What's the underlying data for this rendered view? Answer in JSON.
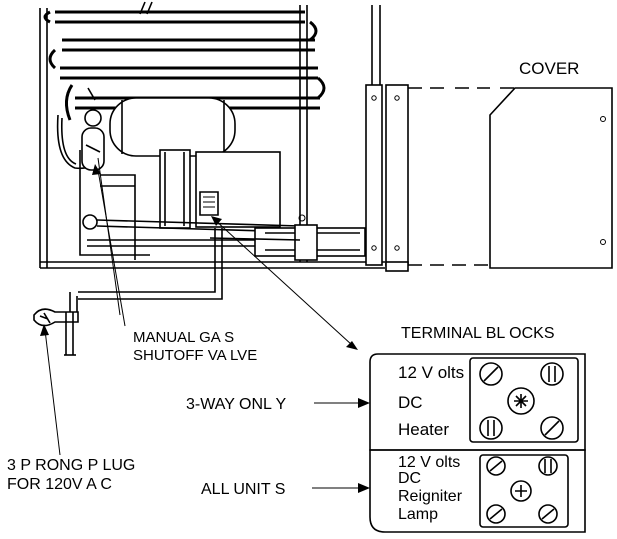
{
  "labels": {
    "cover": "COVER",
    "manual_gas_line1": "MANUAL GA S",
    "manual_gas_line2": "SHUTOFF VA LVE",
    "terminal_blocks": "TERMINAL BL OCKS",
    "three_way_only": "3-WAY ONL Y",
    "plug_line1": "3 P RONG P LUG",
    "plug_line2": "FOR 120V A C",
    "all_units": "ALL UNIT S"
  },
  "terminal_block": {
    "heater": {
      "line1": "12 V olts",
      "line2": "DC",
      "line3": "Heater"
    },
    "reigniter": {
      "line1": "12 V olts",
      "line2": "DC",
      "line3": "Reigniter",
      "line4": "Lamp"
    }
  },
  "colors": {
    "ink": "#000000",
    "background": "#ffffff"
  }
}
